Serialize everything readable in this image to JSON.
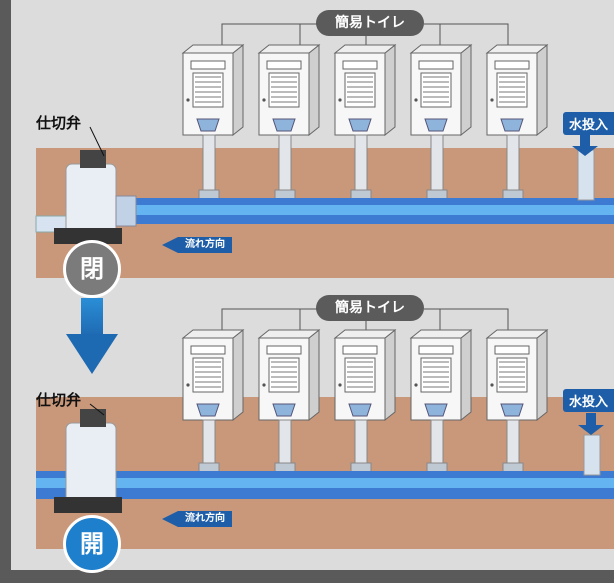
{
  "colors": {
    "background": "#dcdcdc",
    "frame": "#5a5a5a",
    "ground": "#c9987a",
    "pipe": "#3c7bd1",
    "water": "#4fa6ea",
    "label_blue": "#1e5ea8",
    "closed_badge": "#7b7b7b",
    "open_badge": "#1e7fcc"
  },
  "panels": [
    {
      "state": "closed",
      "toilet_label": "簡易トイレ",
      "valve_label": "仕切弁",
      "water_inlet_label": "水投入",
      "flow_label": "流れ方向",
      "badge": "閉",
      "toilet_count": 5
    },
    {
      "state": "open",
      "toilet_label": "簡易トイレ",
      "valve_label": "仕切弁",
      "water_inlet_label": "水投入",
      "flow_label": "流れ方向",
      "badge": "開",
      "toilet_count": 5
    }
  ],
  "transition_arrow": "down-arrow-icon"
}
